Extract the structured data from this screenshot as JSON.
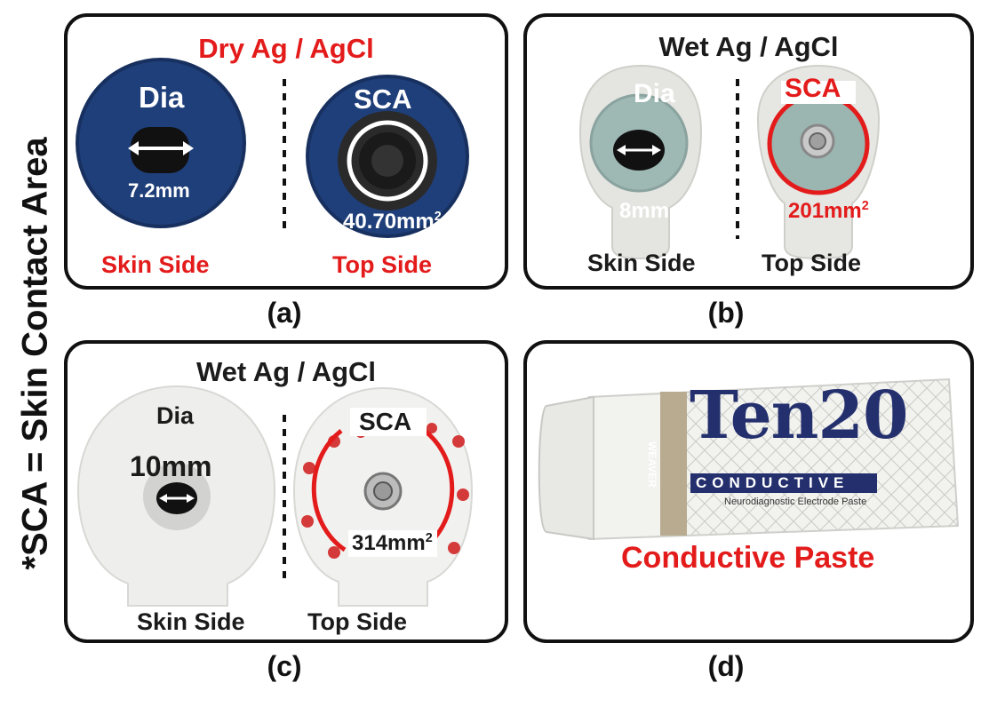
{
  "side_label": "*SCA = Skin Contact Area",
  "panel_a": {
    "title": "Dry Ag / AgCl",
    "left_label": "Dia",
    "left_value": "7.2mm",
    "right_label": "SCA",
    "right_value": "40.70mm",
    "right_value_sup": "2",
    "left_side": "Skin Side",
    "right_side": "Top Side",
    "caption": "(a)"
  },
  "panel_b": {
    "title": "Wet Ag / AgCl",
    "left_label": "Dia",
    "left_value": "8mm",
    "right_label": "SCA",
    "right_value": "201mm",
    "right_value_sup": "2",
    "left_side": "Skin Side",
    "right_side": "Top Side",
    "caption": "(b)"
  },
  "panel_c": {
    "title": "Wet Ag / AgCl",
    "left_label": "Dia",
    "left_value": "10mm",
    "right_label": "SCA",
    "right_value": "314mm",
    "right_value_sup": "2",
    "left_side": "Skin Side",
    "right_side": "Top Side",
    "caption": "(c)"
  },
  "panel_d": {
    "brand": "Ten20",
    "brand_sub": "CONDUCTIVE",
    "product_line": "Neurodiagnostic Electrode Paste",
    "maker": "WEAVER",
    "label": "Conductive Paste",
    "caption": "(d)"
  },
  "colors": {
    "accent_red": "#e31b1b",
    "dry_electrode_blue": "#1f3f7a",
    "border": "#111111"
  }
}
